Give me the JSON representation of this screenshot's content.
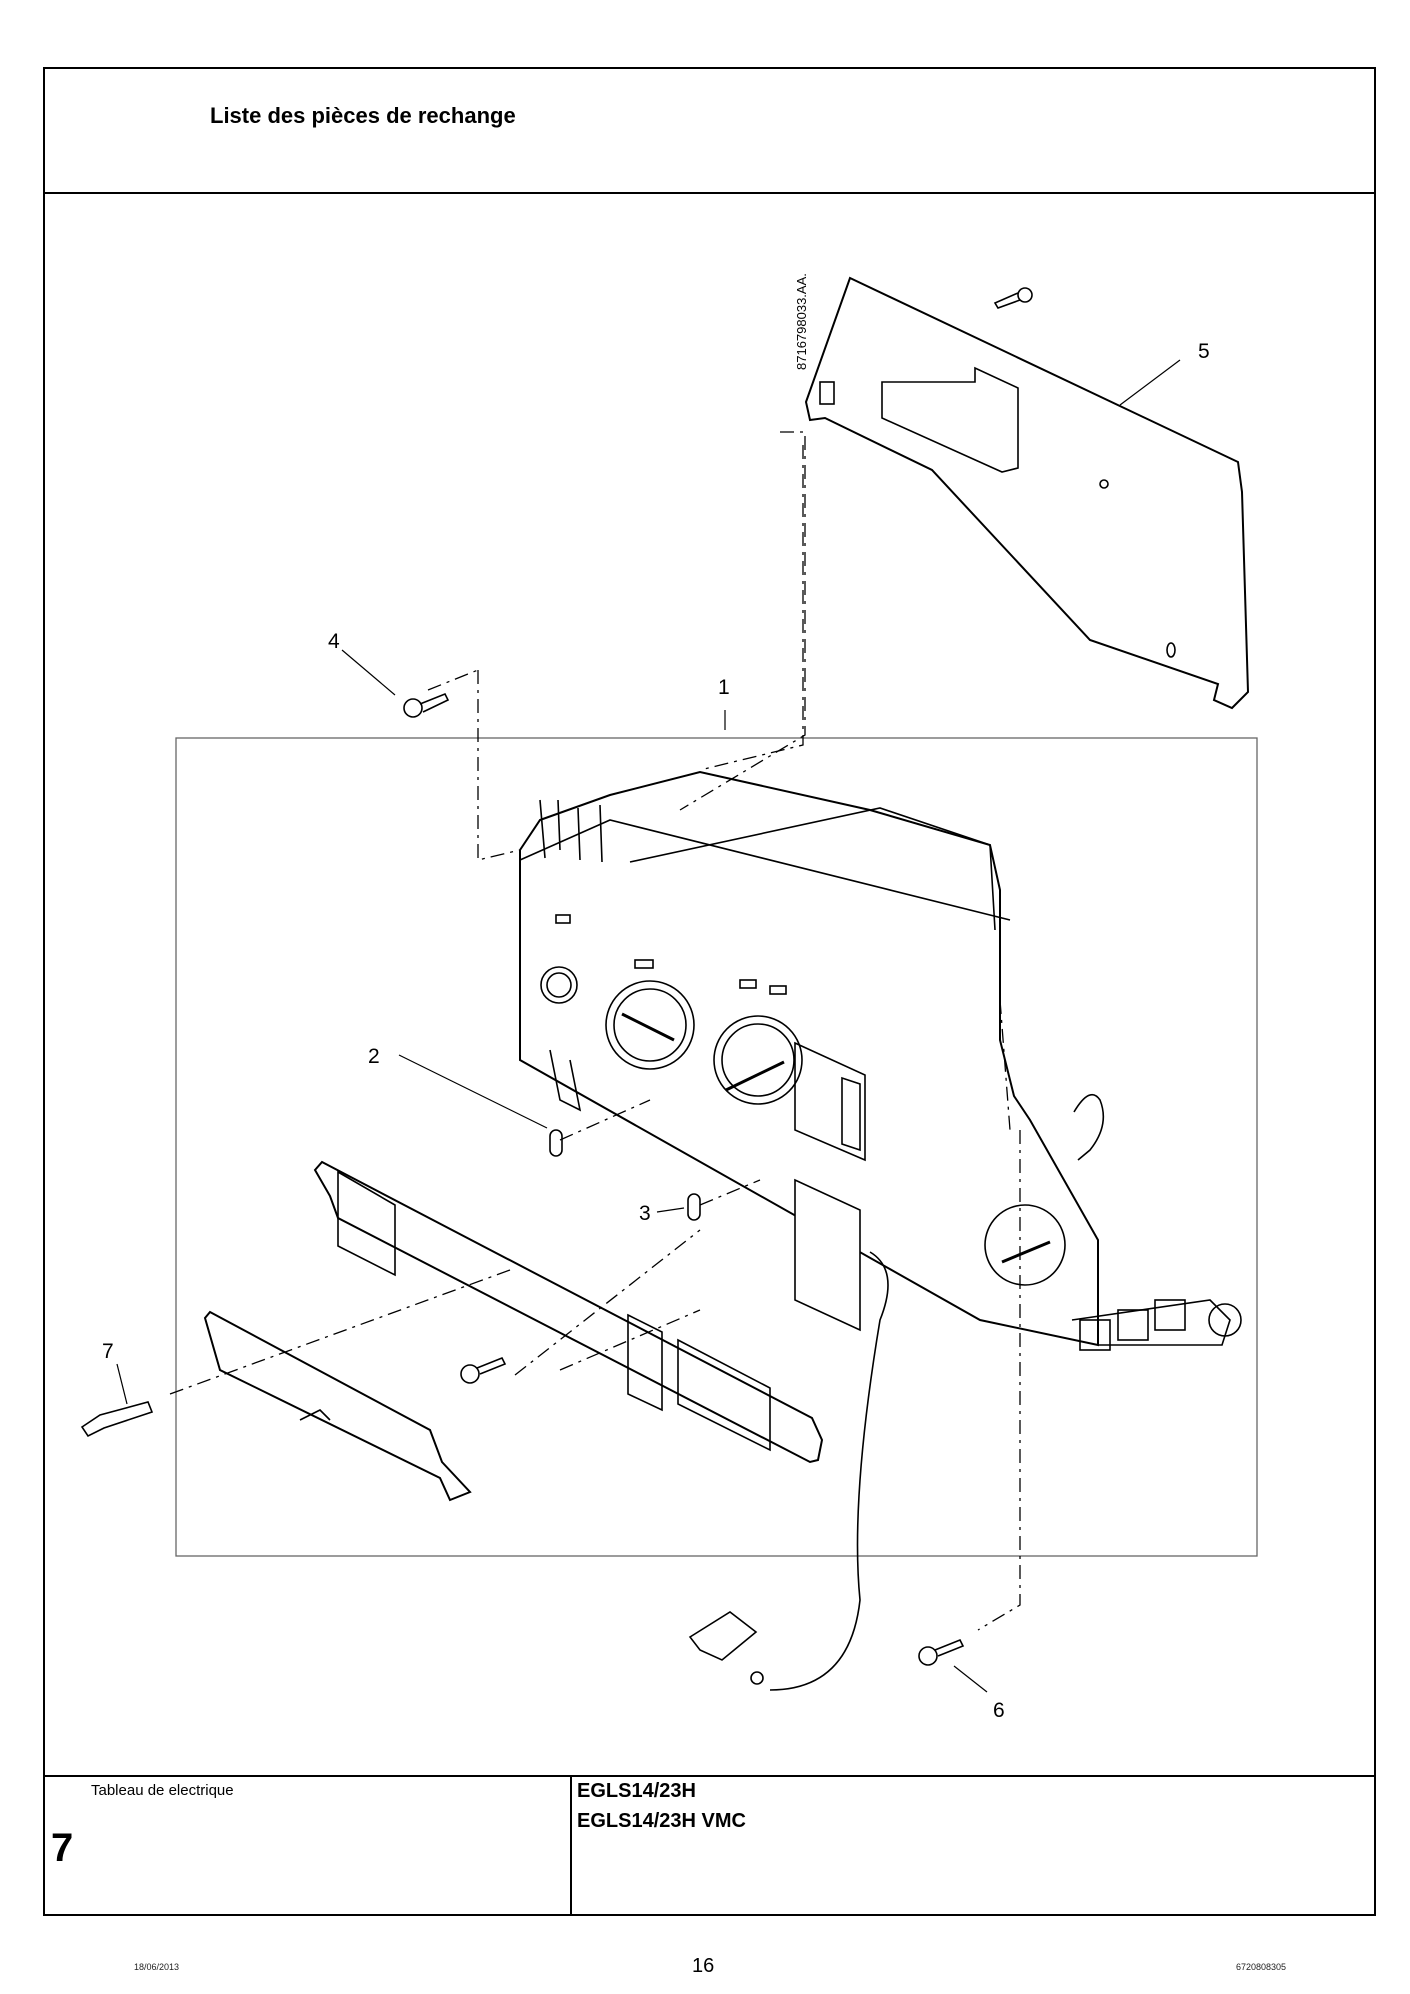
{
  "header": {
    "title": "Liste des pièces de rechange"
  },
  "figure": {
    "reference": "8716798033.AA.",
    "callouts": [
      "1",
      "2",
      "3",
      "4",
      "5",
      "6",
      "7"
    ]
  },
  "footer_block": {
    "section_name": "Tableau de electrique",
    "section_number": "7",
    "models": [
      "EGLS14/23H",
      "EGLS14/23H VMC"
    ]
  },
  "page": {
    "date": "18/06/2013",
    "number": "16",
    "doc_code": "6720808305"
  }
}
